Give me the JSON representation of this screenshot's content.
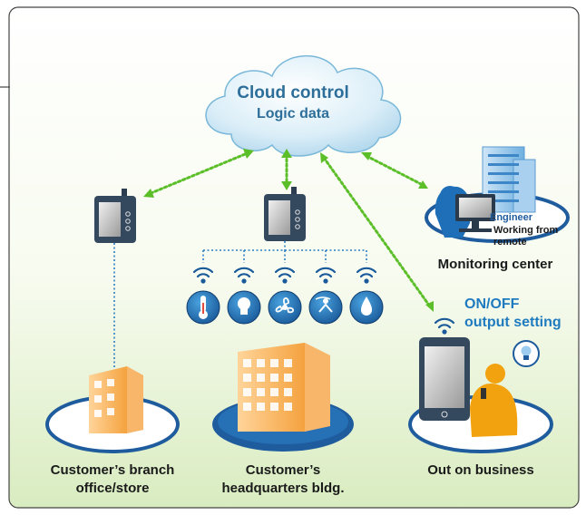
{
  "cloud": {
    "line1": "Cloud control",
    "line2": "Logic data"
  },
  "engineer": {
    "label": "Engineer",
    "working1": "Working from",
    "working2": "remote"
  },
  "monitoring": {
    "label": "Monitoring center"
  },
  "onoff": {
    "line1": "ON/OFF",
    "line2": "output setting"
  },
  "branch": {
    "line1": "Customer’s branch",
    "line2": "office/store"
  },
  "hq": {
    "line1": "Customer’s",
    "line2": "headquarters bldg."
  },
  "business": {
    "label": "Out on business"
  },
  "colors": {
    "accent": "#1f7bc0",
    "connector": "#5cbf2a",
    "dots": "#2a7fc4"
  },
  "sensors": [
    "thermometer-icon",
    "light-bulb-icon",
    "fan-icon",
    "person-wind-icon",
    "water-drop-icon"
  ]
}
